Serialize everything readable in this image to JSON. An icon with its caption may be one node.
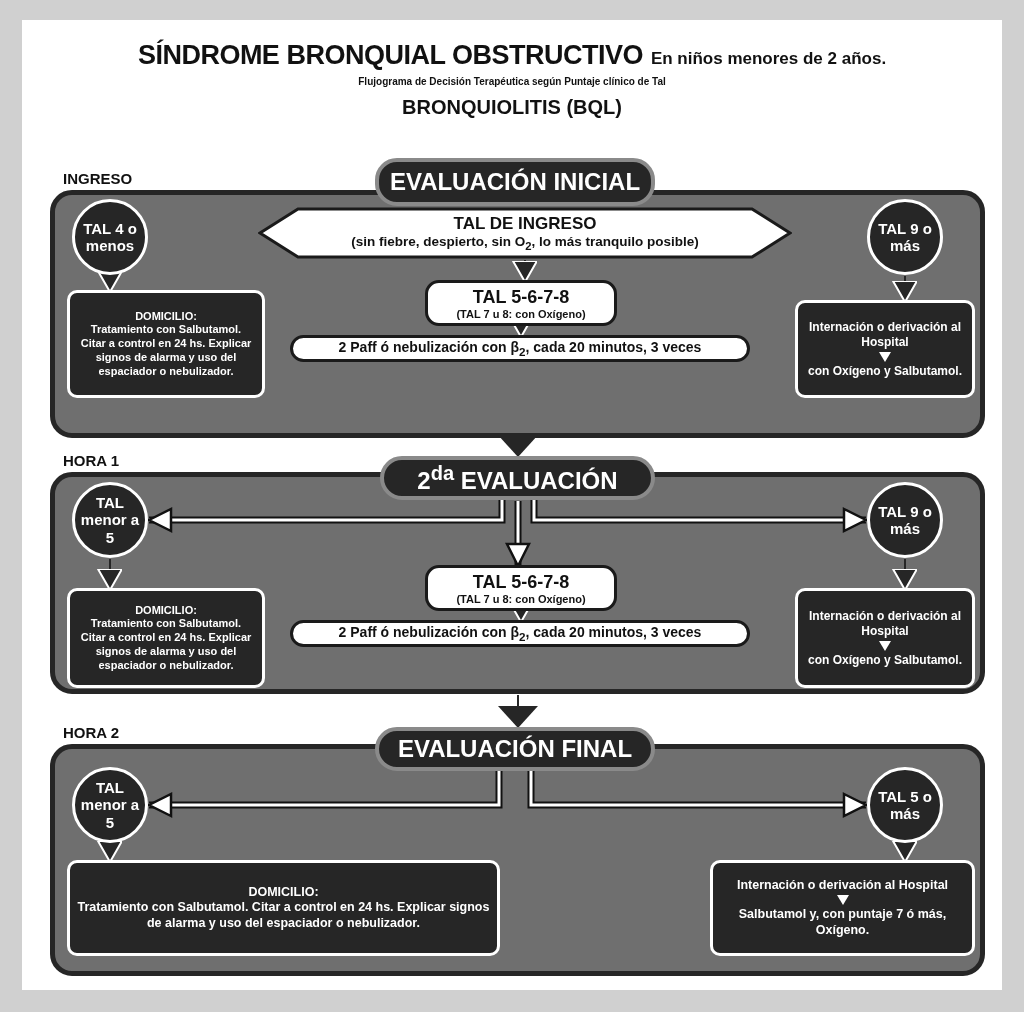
{
  "diagram": {
    "title": "SÍNDROME BRONQUIAL OBSTRUCTIVO",
    "labels": [
      "En niños menores de 2 años.",
      "Flujograma de Decisión Terapéutica según Puntaje clínico de Tal",
      "BRONQUIOLITIS (BQL)"
    ],
    "nodes": [
      {
        "text": [
          "INGRESO"
        ]
      },
      {
        "text": [
          "EVALUACIÓN INICIAL"
        ]
      },
      {
        "text": [
          "TAL 4 o menos"
        ],
        "in": 0
      },
      {
        "text": [
          "TAL DE INGRESO",
          "(sin fiebre, despierto, sin O$_{2}$, lo más tranquilo posible)"
        ],
        "in": 0
      },
      {
        "text": [
          "TAL 9 o más"
        ],
        "in": 0
      },
      {
        "text": [
          "DOMICILIO:",
          "Tratamiento con Salbutamol. Citar a control en 24 hs. Explicar signos de alarma y uso del espaciador o nebulizador."
        ],
        "in": 0
      },
      {
        "text": [
          "TAL 5-6-7-8",
          "(TAL 7 u 8: con Oxígeno)"
        ],
        "in": 0
      },
      {
        "text": [
          "2 Paff ó nebulización con β$_{2}$, cada 20 minutos, 3 veces"
        ],
        "in": 0
      },
      {
        "text": [
          "Internación o derivación al Hospital",
          "con Oxígeno y Salbutamol."
        ],
        "in": 0
      },
      {
        "text": [
          "HORA 1"
        ]
      },
      {
        "text": [
          "2$^{da}$ EVALUACIÓN"
        ]
      },
      {
        "text": [
          "TAL menor a 5"
        ],
        "in": 9
      },
      {
        "text": [
          "TAL 9 o más"
        ],
        "in": 9
      },
      {
        "text": [
          "DOMICILIO:",
          "Tratamiento con Salbutamol. Citar a control en 24 hs. Explicar signos de alarma y uso del espaciador o nebulizador."
        ],
        "in": 9
      },
      {
        "text": [
          "TAL 5-6-7-8",
          "(TAL 7 u 8: con Oxígeno)"
        ],
        "in": 9
      },
      {
        "text": [
          "2 Paff ó nebulización con β$_{2}$, cada 20 minutos, 3 veces"
        ],
        "in": 9
      },
      {
        "text": [
          "Internación o derivación al Hospital",
          "con Oxígeno y Salbutamol."
        ],
        "in": 9
      },
      {
        "text": [
          "HORA 2"
        ]
      },
      {
        "text": [
          "EVALUACIÓN FINAL"
        ]
      },
      {
        "text": [
          "TAL menor a 5"
        ],
        "in": 17
      },
      {
        "text": [
          "TAL 5 o más"
        ],
        "in": 17
      },
      {
        "text": [
          "DOMICILIO:",
          "Tratamiento con Salbutamol. Citar a control en 24 hs. Explicar signos de alarma y uso del espaciador o nebulizador."
        ],
        "in": 17
      },
      {
        "text": [
          "Internación o derivación al Hospital",
          "Salbutamol y, con puntaje 7 ó más, Oxígeno."
        ],
        "in": 17
      }
    ],
    "edges": [
      {
        "from": 2,
        "to": 5,
        "arrow": "to"
      },
      {
        "from": 3,
        "to": 6,
        "arrow": "to"
      },
      {
        "from": 6,
        "to": 7,
        "arrow": "to"
      },
      {
        "from": 4,
        "to": 8,
        "arrow": "to"
      },
      {
        "from": 0,
        "to": 10,
        "arrow": "to"
      },
      {
        "from": 10,
        "to": 11,
        "arrow": "to",
        "color": "#ffffff"
      },
      {
        "from": 10,
        "to": 14,
        "arrow": "to",
        "color": "#ffffff"
      },
      {
        "from": 10,
        "to": 12,
        "arrow": "to",
        "color": "#ffffff"
      },
      {
        "from": 11,
        "to": 13,
        "arrow": "to"
      },
      {
        "from": 14,
        "to": 15,
        "arrow": "to"
      },
      {
        "from": 12,
        "to": 16,
        "arrow": "to"
      },
      {
        "from": 9,
        "to": 18,
        "arrow": "to"
      },
      {
        "from": 18,
        "to": 19,
        "arrow": "to",
        "color": "#ffffff"
      },
      {
        "from": 18,
        "to": 20,
        "arrow": "to",
        "color": "#ffffff"
      },
      {
        "from": 19,
        "to": 21,
        "arrow": "to"
      },
      {
        "from": 20,
        "to": 22,
        "arrow": "to"
      }
    ]
  }
}
